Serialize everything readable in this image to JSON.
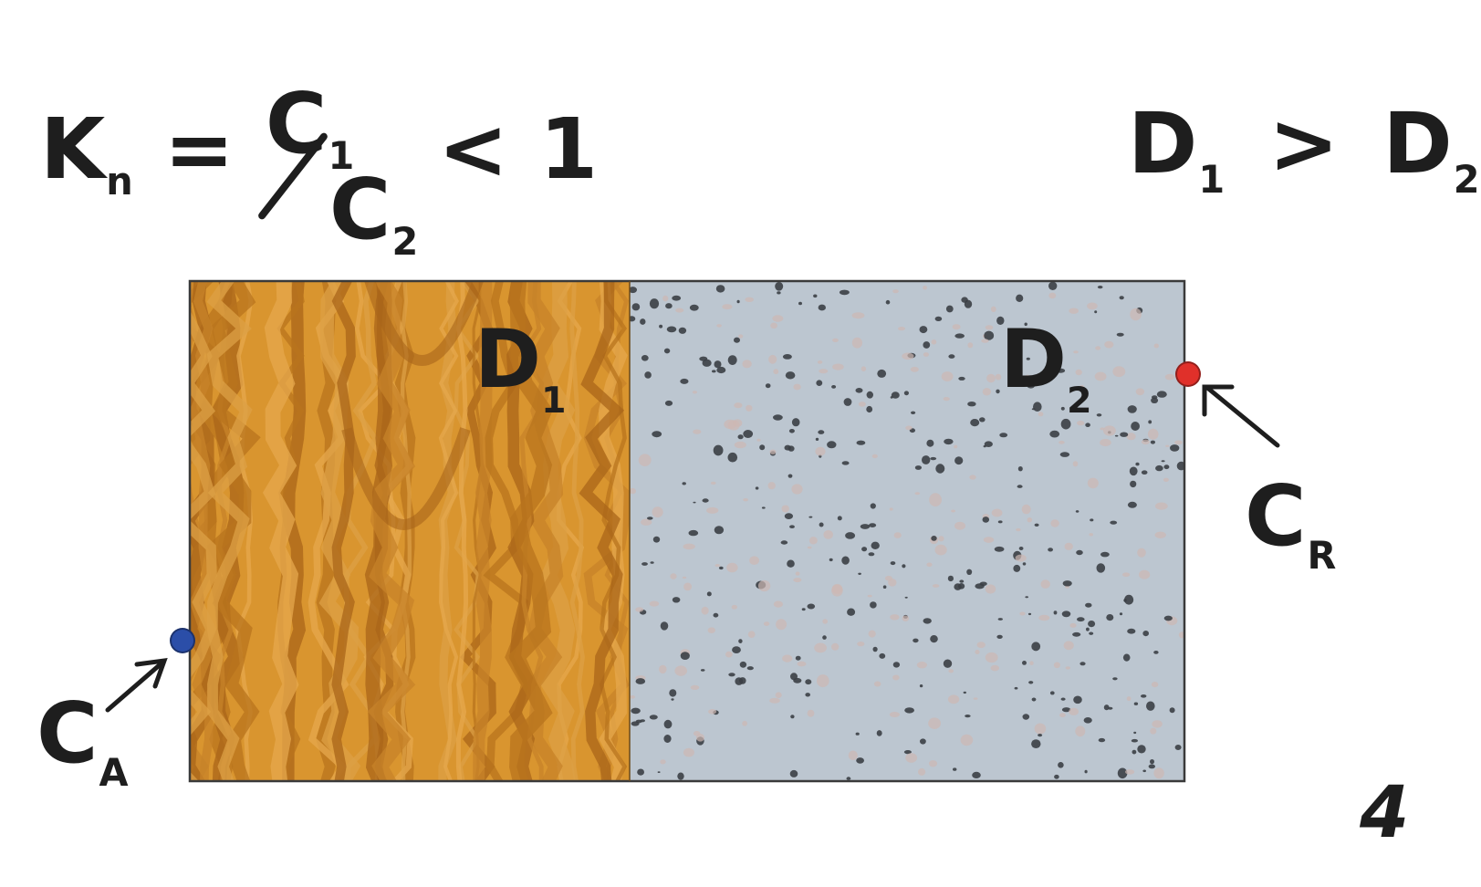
{
  "formula": {
    "lhs": "K",
    "lhs_sub": "n",
    "equals": "=",
    "numerator": "C",
    "numerator_sub": "1",
    "denominator": "C",
    "denominator_sub": "2",
    "relation": "<",
    "rhs": "1"
  },
  "density_relation": {
    "left": "D",
    "left_sub": "1",
    "relation": ">",
    "right": "D",
    "right_sub": "2"
  },
  "materials": [
    {
      "label": "D",
      "sub": "1",
      "texture": "wood",
      "color": "#d9952f"
    },
    {
      "label": "D",
      "sub": "2",
      "texture": "concrete",
      "color": "#bcc6d0"
    }
  ],
  "points": {
    "left": {
      "label": "C",
      "sub": "A",
      "color": "#2b4ea8"
    },
    "right": {
      "label": "C",
      "sub": "R",
      "color": "#e0302a"
    }
  },
  "figure_number": "4"
}
